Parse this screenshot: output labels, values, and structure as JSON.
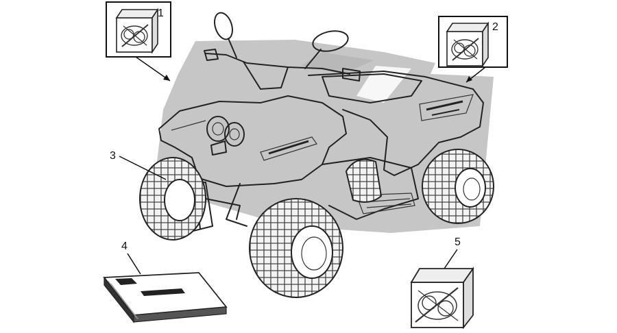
{
  "figure": {
    "callouts": [
      {
        "id": 1,
        "label": "1"
      },
      {
        "id": 2,
        "label": "2"
      },
      {
        "id": 3,
        "label": "3"
      },
      {
        "id": 4,
        "label": "4"
      },
      {
        "id": 5,
        "label": "5"
      }
    ],
    "colors": {
      "background": "#ffffff",
      "line": "#222222",
      "shadow": "#c8c8c8"
    },
    "icons": [
      "atv-illustration",
      "sticker-kit-icon",
      "owners-manual-icon"
    ]
  }
}
